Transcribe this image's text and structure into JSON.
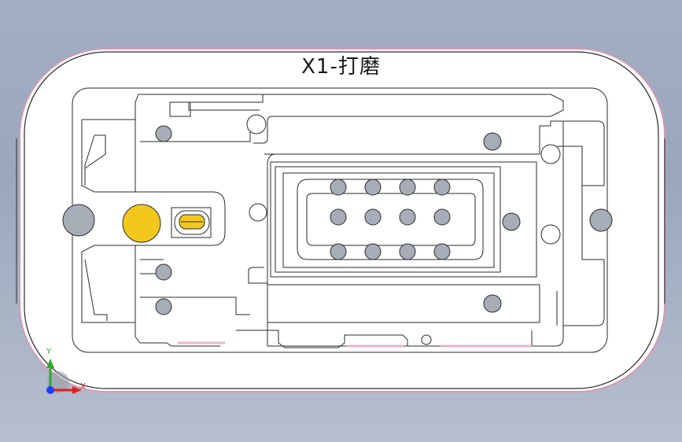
{
  "part": {
    "title": "X1-打磨"
  },
  "triad": {
    "y_label": "Y",
    "x_label": "X",
    "y_color": "#2fa82f",
    "x_color": "#e02020",
    "z_color": "#1a3cff"
  },
  "colors": {
    "background": "#a3aec2",
    "part_fill": "#ffffff",
    "edge_line": "#2a2a2a",
    "pink_edge": "#d9a0b8",
    "hole_fill": "#a7adb6",
    "pin_fill": "#f3c81c",
    "pin_slot": "#f3c81c"
  }
}
